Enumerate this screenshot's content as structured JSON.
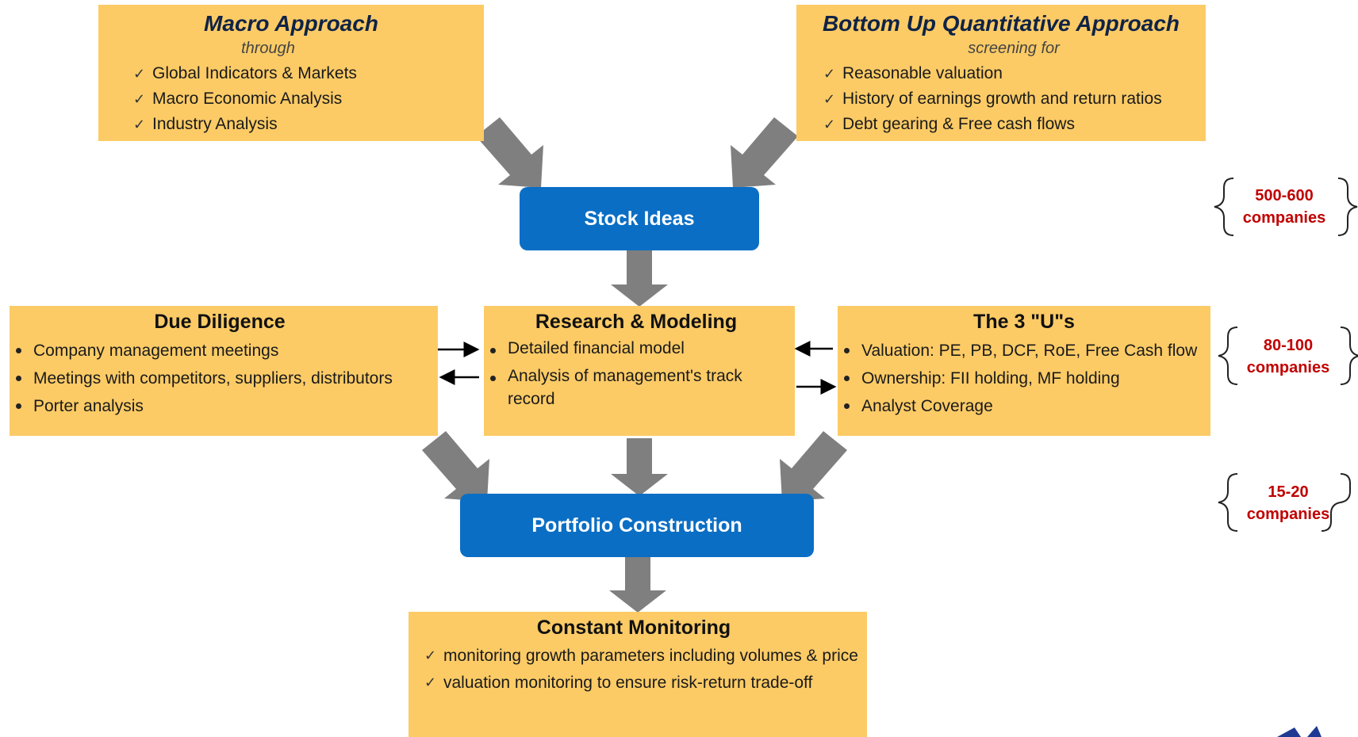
{
  "macro": {
    "title": "Macro Approach",
    "subtitle": "through",
    "items": [
      "Global Indicators & Markets",
      "Macro Economic Analysis",
      "Industry Analysis"
    ]
  },
  "bottom_up": {
    "title": "Bottom Up Quantitative Approach",
    "subtitle": "screening for",
    "items": [
      "Reasonable valuation",
      "History of earnings growth and return ratios",
      "Debt gearing & Free cash flows"
    ]
  },
  "stock_ideas": {
    "label": "Stock Ideas"
  },
  "due_diligence": {
    "title": "Due Diligence",
    "items": [
      "Company management meetings",
      "Meetings with competitors, suppliers, distributors",
      "Porter analysis"
    ]
  },
  "research": {
    "title": "Research & Modeling",
    "items": [
      "Detailed financial model",
      "Analysis of management's track record"
    ]
  },
  "three_u": {
    "title": "The 3 \"U\"s",
    "items": [
      "Valuation: PE, PB, DCF, RoE, Free Cash flow",
      "Ownership: FII holding, MF holding",
      "Analyst Coverage"
    ]
  },
  "portfolio": {
    "label": "Portfolio Construction"
  },
  "monitoring": {
    "title": "Constant Monitoring",
    "items": [
      "monitoring growth parameters including volumes & price",
      "valuation monitoring to ensure risk-return trade-off"
    ]
  },
  "counts": [
    {
      "range": "500-600",
      "unit": "companies"
    },
    {
      "range": "80-100",
      "unit": "companies"
    },
    {
      "range": "15-20",
      "unit": "companies"
    }
  ],
  "colors": {
    "box": "#FCCB66",
    "blue": "#0A6EC4",
    "arrow": "#7F7F7F",
    "count": "#C00000"
  }
}
